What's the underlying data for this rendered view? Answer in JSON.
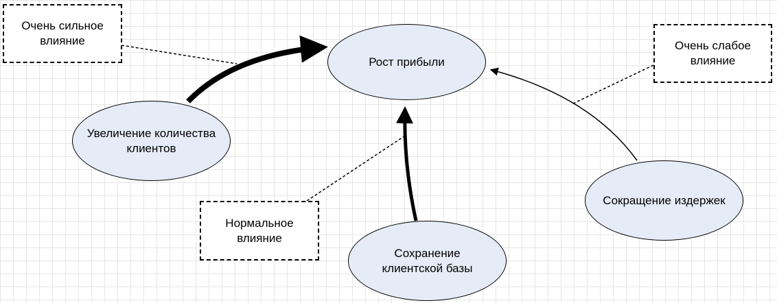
{
  "nodes": {
    "profit": "Рост прибыли",
    "clients_increase": "Увеличение количества клиентов",
    "retention": "Сохранение клиентской базы",
    "cost_cut": "Сокращение издержек"
  },
  "labels": {
    "very_strong": "Очень сильное влияние",
    "normal": "Нормальное влияние",
    "very_weak": "Очень слабое влияние"
  },
  "colors": {
    "node_fill": "#e6ecf7"
  }
}
